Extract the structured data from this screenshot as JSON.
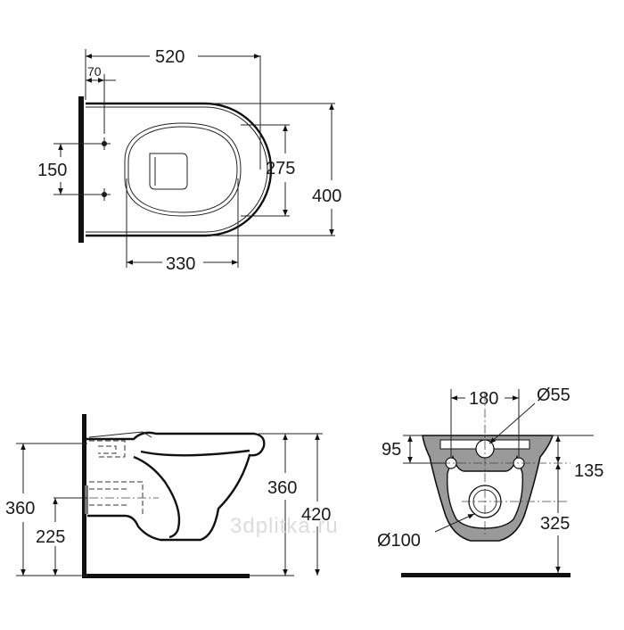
{
  "top_view": {
    "width_520": "520",
    "offset_70": "70",
    "bolt_spacing_150": "150",
    "seat_opening_275": "275",
    "depth_400": "400",
    "opening_length_330": "330"
  },
  "side_view": {
    "height_360_left": "360",
    "height_225": "225",
    "bowl_height_360": "360",
    "total_height_420": "420"
  },
  "rear_view": {
    "spacing_180": "180",
    "diameter_55": "Ø55",
    "offset_95": "95",
    "offset_135": "135",
    "height_325": "325",
    "diameter_100": "Ø100"
  },
  "watermark": "3dplitka.ru"
}
